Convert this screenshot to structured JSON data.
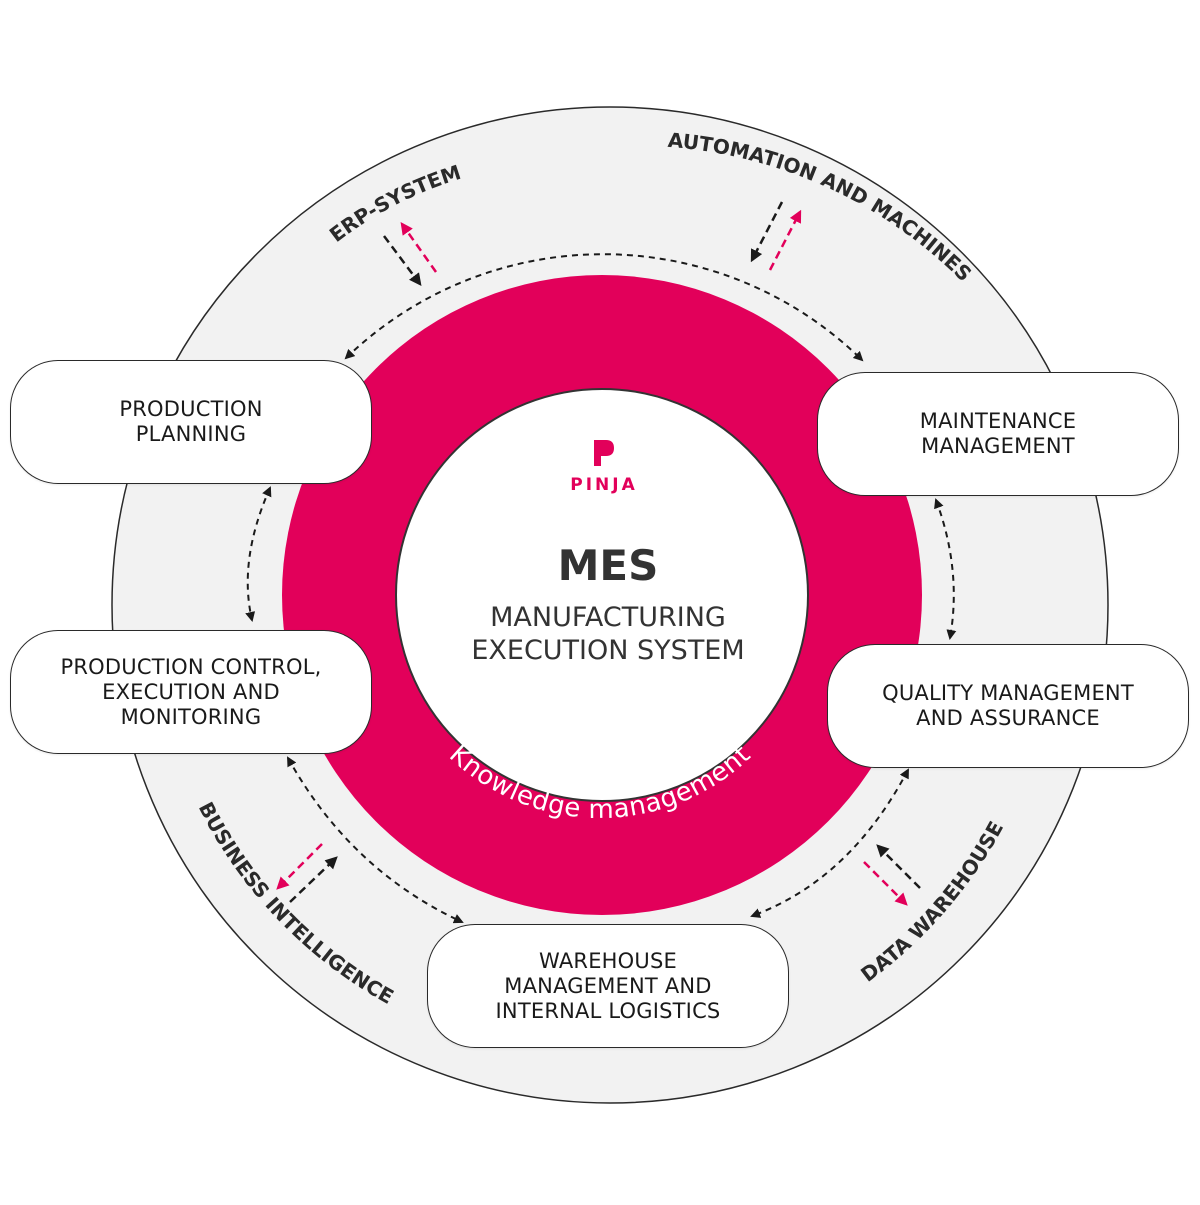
{
  "center": {
    "brand": "PINJA",
    "title": "MES",
    "subtitle_line1": "MANUFACTURING",
    "subtitle_line2": "EXECUTION SYSTEM"
  },
  "ring": {
    "top_label": "Knowledge management",
    "bottom_label": "Knowledge management"
  },
  "outer_labels": {
    "erp": "ERP-SYSTEM",
    "automation": "AUTOMATION AND MACHINES",
    "business_intelligence": "BUSINESS INTELLIGENCE",
    "data_warehouse": "DATA WAREHOUSE"
  },
  "modules": {
    "production_planning": "PRODUCTION\nPLANNING",
    "production_control": "PRODUCTION CONTROL,\nEXECUTION AND\nMONITORING",
    "maintenance": "MAINTENANCE\nMANAGEMENT",
    "quality": "QUALITY MANAGEMENT\nAND ASSURANCE",
    "warehouse": "WAREHOUSE\nMANAGEMENT AND\nINTERNAL LOGISTICS"
  },
  "colors": {
    "accent": "#E2005A",
    "outer_ring": "#F2F2F2",
    "arrow_dark": "#1A1A1A",
    "text_dark": "#333333"
  }
}
